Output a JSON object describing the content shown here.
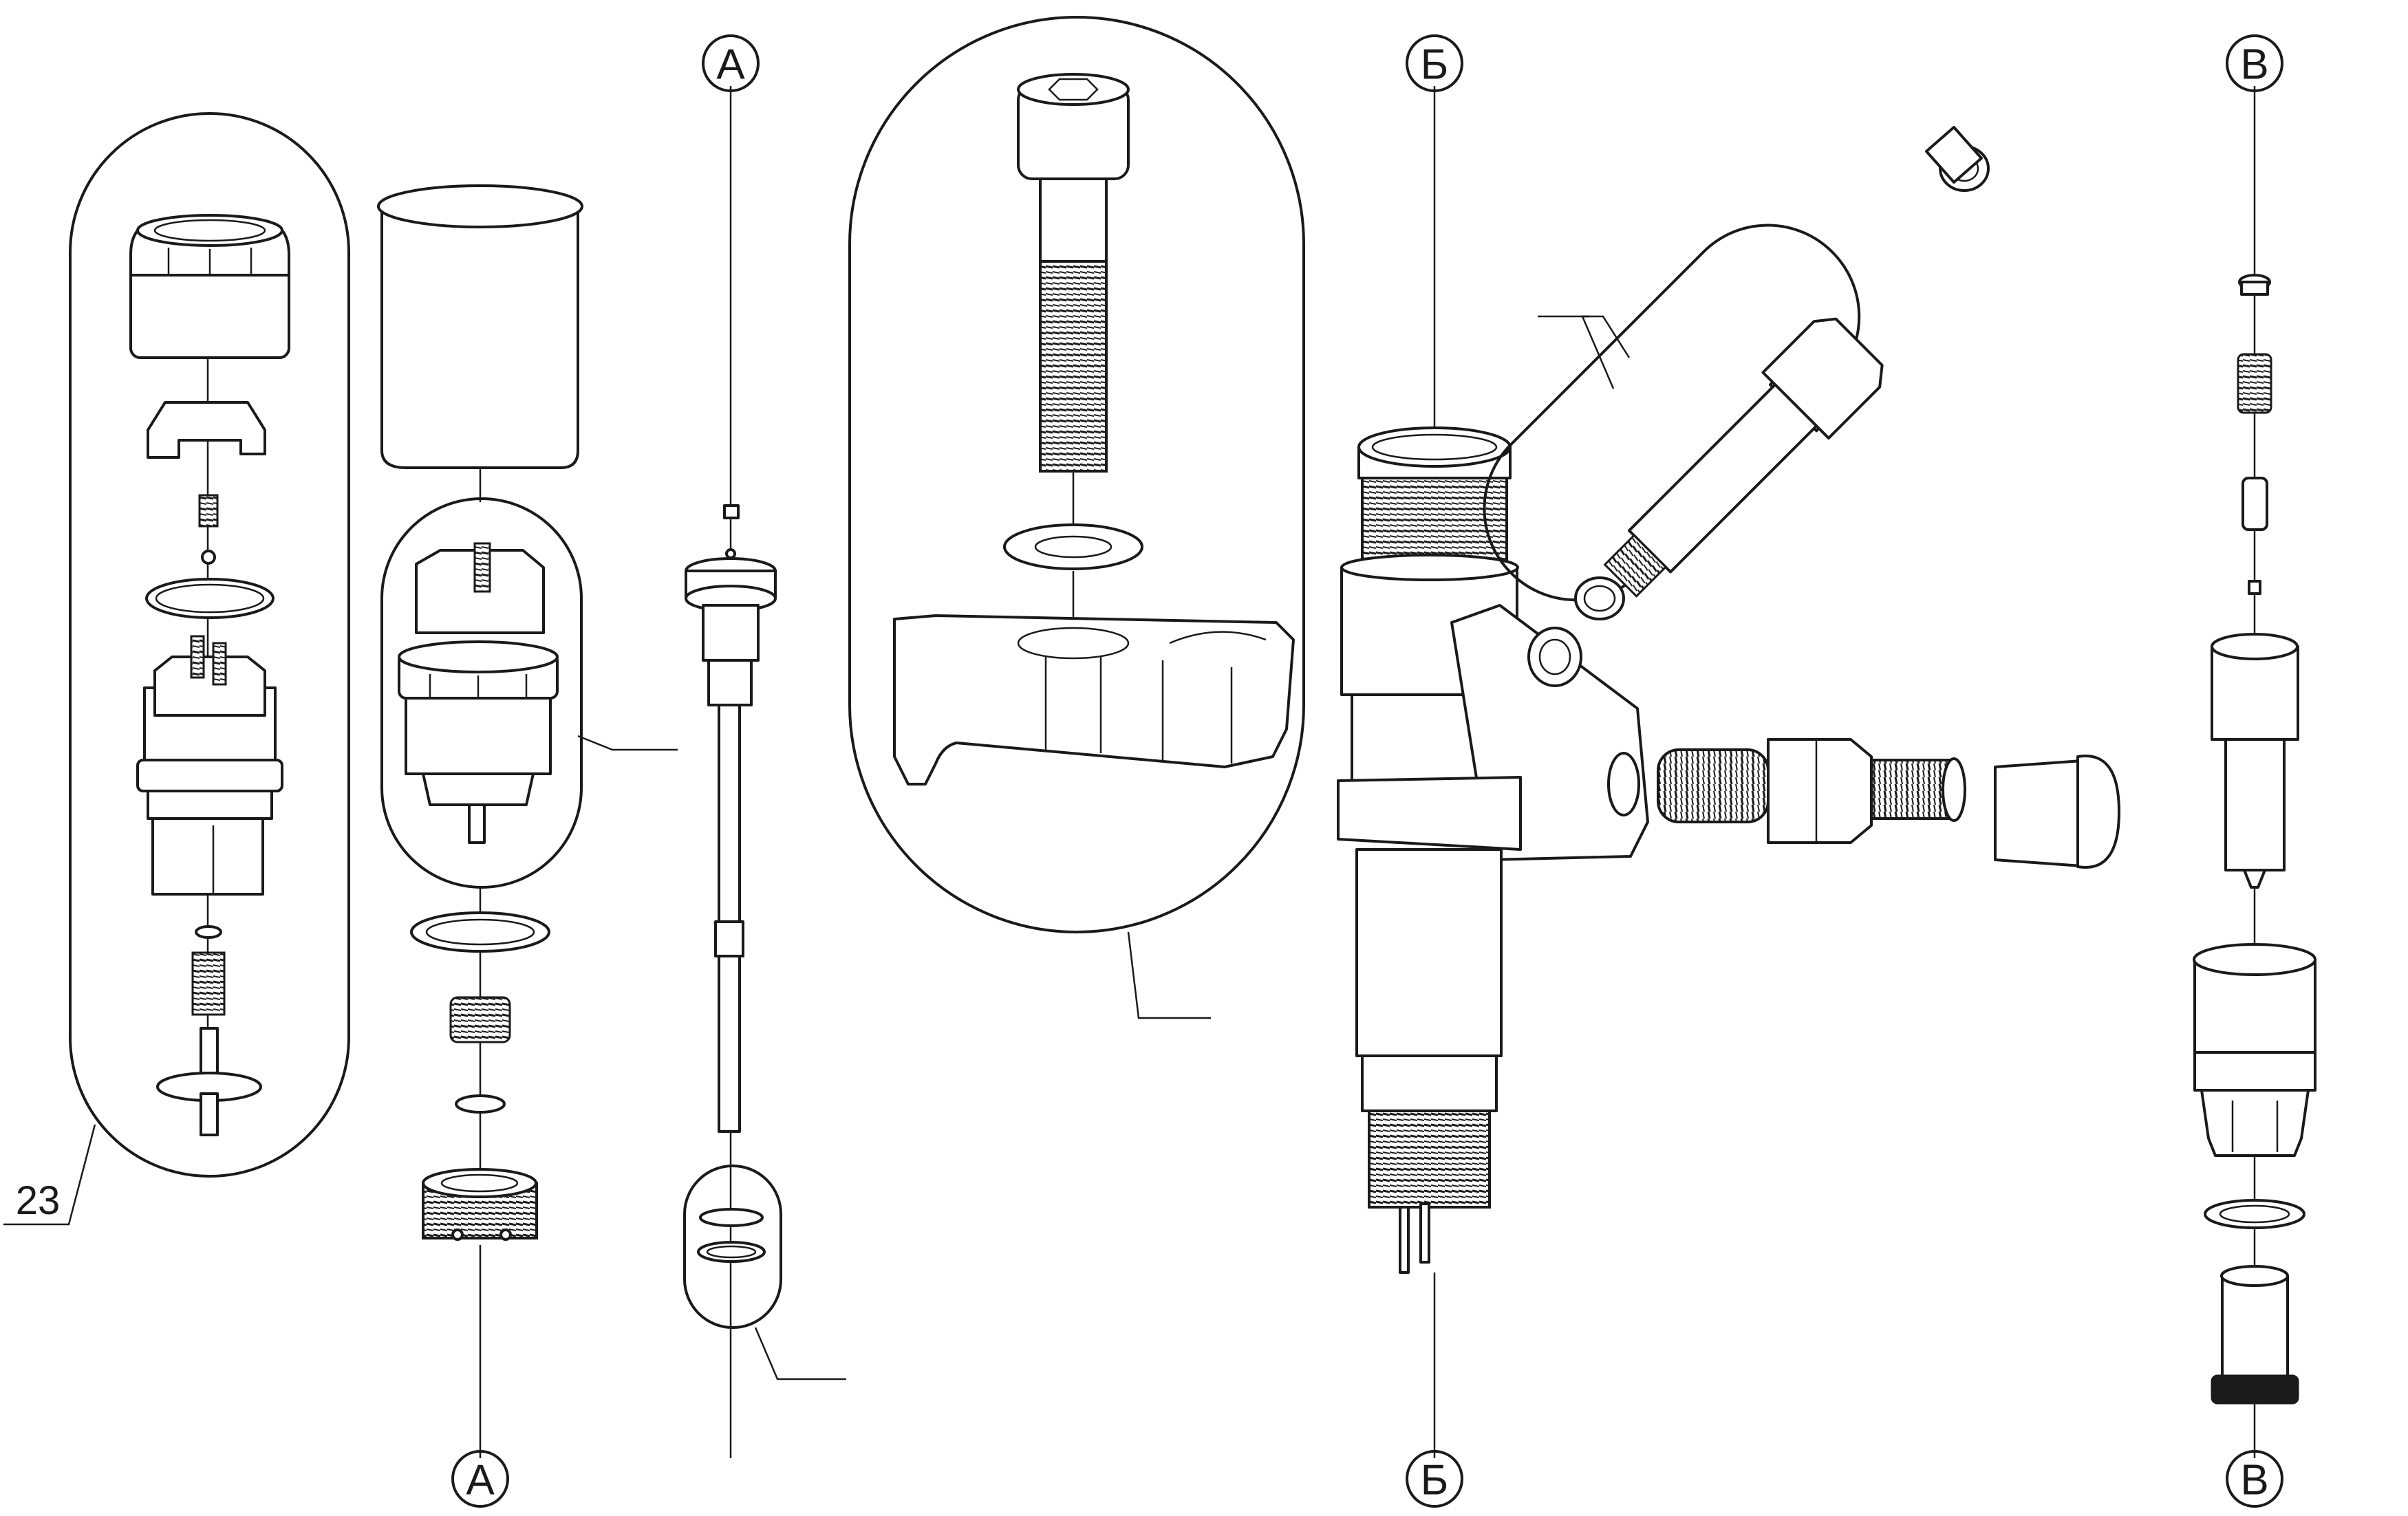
{
  "callouts": {
    "a_top": "А",
    "a_bottom": "А",
    "b_top": "Б",
    "b_bottom": "Б",
    "v_top": "В",
    "v_bottom": "В",
    "item_23": "23"
  }
}
